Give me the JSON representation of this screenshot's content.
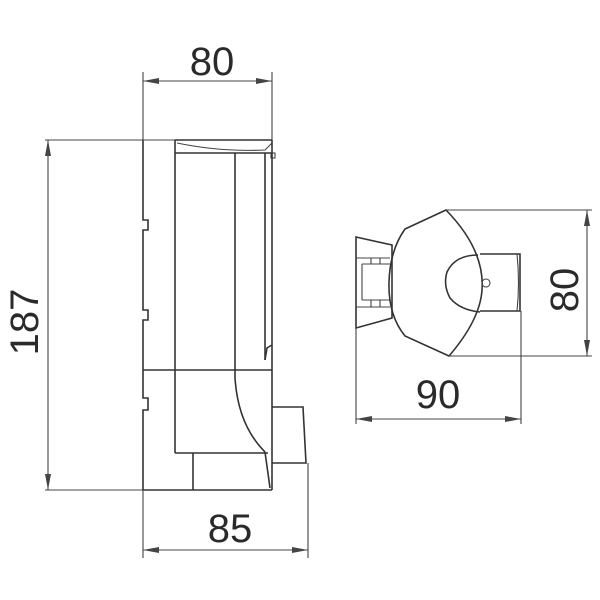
{
  "drawing": {
    "type": "technical dimension drawing",
    "views": [
      "side view",
      "top view"
    ],
    "line_color": "#333333",
    "background": "#ffffff"
  },
  "side_view": {
    "width_top_label": "80",
    "height_label": "187",
    "width_bottom_label": "85"
  },
  "top_view": {
    "depth_label": "80",
    "width_label": "90"
  }
}
